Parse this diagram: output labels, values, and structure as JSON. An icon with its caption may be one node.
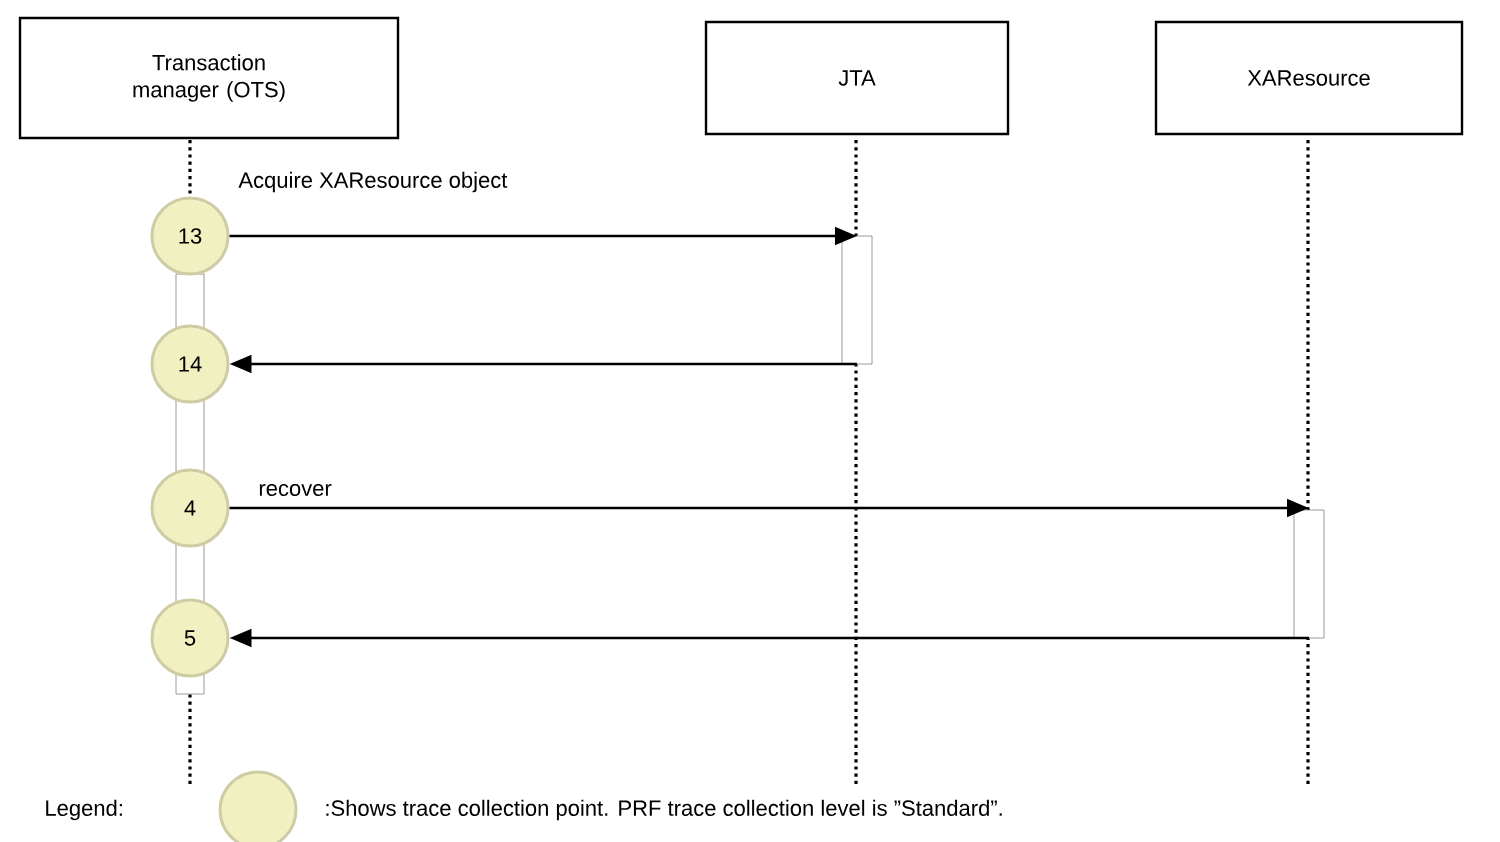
{
  "diagram": {
    "nodes": [
      {
        "text": [
          "Transaction manager (OTS)"
        ]
      },
      {
        "text": [
          "JTA"
        ]
      },
      {
        "text": [
          "XAResource"
        ]
      },
      {
        "text": [
          "13"
        ]
      },
      {
        "text": [
          "14"
        ]
      },
      {
        "text": [
          "4"
        ]
      },
      {
        "text": [
          "5"
        ]
      },
      {
        "text": [],
        "shape": "bar"
      },
      {
        "text": [],
        "shape": "bar"
      },
      {
        "text": [],
        "shape": "bar"
      }
    ],
    "edges": [
      {
        "from": 3,
        "to": 8,
        "arrow": "to",
        "label": "Acquire XAResource object"
      },
      {
        "from": 8,
        "to": 4,
        "arrow": "to"
      },
      {
        "from": 5,
        "to": 9,
        "arrow": "to",
        "label": "recover"
      },
      {
        "from": 9,
        "to": 6,
        "arrow": "to"
      }
    ],
    "labels": [
      "Legend:"
    ],
    "legend": [
      {
        "text": ":Shows trace collection point. PRF trace collection level is ”Standard”.",
        "color": "#f0f0c0"
      }
    ]
  }
}
